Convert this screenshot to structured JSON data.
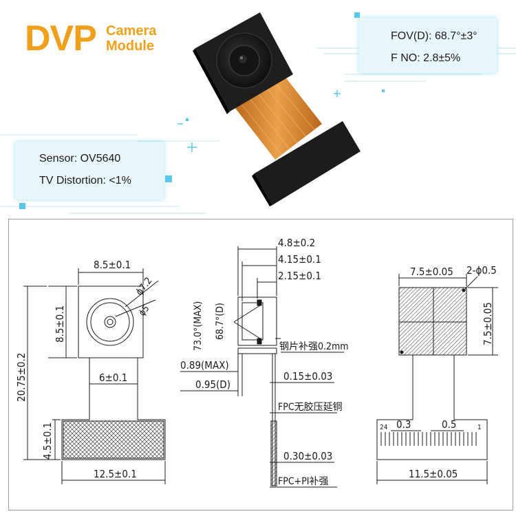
{
  "header": {
    "title": "DVP",
    "subtitle_line1": "Camera",
    "subtitle_line2": "Module"
  },
  "specs": {
    "fov": "FOV(D): 68.7°±3°",
    "fno": "F NO: 2.8±5%",
    "sensor": "Sensor: OV5640",
    "distortion": "TV Distortion: <1%"
  },
  "drawing": {
    "front": {
      "width_top": "8.5±0.1",
      "height_side": "8.5±0.1",
      "overall_length": "20.75±0.2",
      "flex_width": "6±0.1",
      "connector_height": "4.5±0.1",
      "connector_width": "12.5±0.1",
      "lens_dia_outer": "ϕ7.2",
      "lens_dia_inner": "ϕ5"
    },
    "side": {
      "dim_4_8": "4.8±0.2",
      "dim_4_15": "4.15±0.1",
      "dim_2_15": "2.15±0.1",
      "fov_max": "73.0°(MAX)",
      "fov_d": "68.7°(D)",
      "dim_0_89": "0.89(MAX)",
      "dim_0_95": "0.95(D)",
      "steel_stiffener": "钢片补强0.2mm",
      "fpc_thickness": "0.15±0.03",
      "fpc_copper": "FPC无胶压延铜",
      "pi_thickness": "0.30±0.03",
      "pi_stiffener": "FPC+PI补强"
    },
    "back": {
      "sensor_width": "7.5±0.05",
      "sensor_height": "7.5±0.05",
      "holes": "2-ϕ0.5",
      "pitch1": "0.3",
      "pitch2": "0.5",
      "pin_last": "24",
      "pin_first": "1",
      "connector_width": "11.5±0.05"
    }
  },
  "colors": {
    "accent": "#f1a01c",
    "panel": "#e9f7fb",
    "line": "#1a1a1a",
    "fpc": "#e08a2a"
  }
}
